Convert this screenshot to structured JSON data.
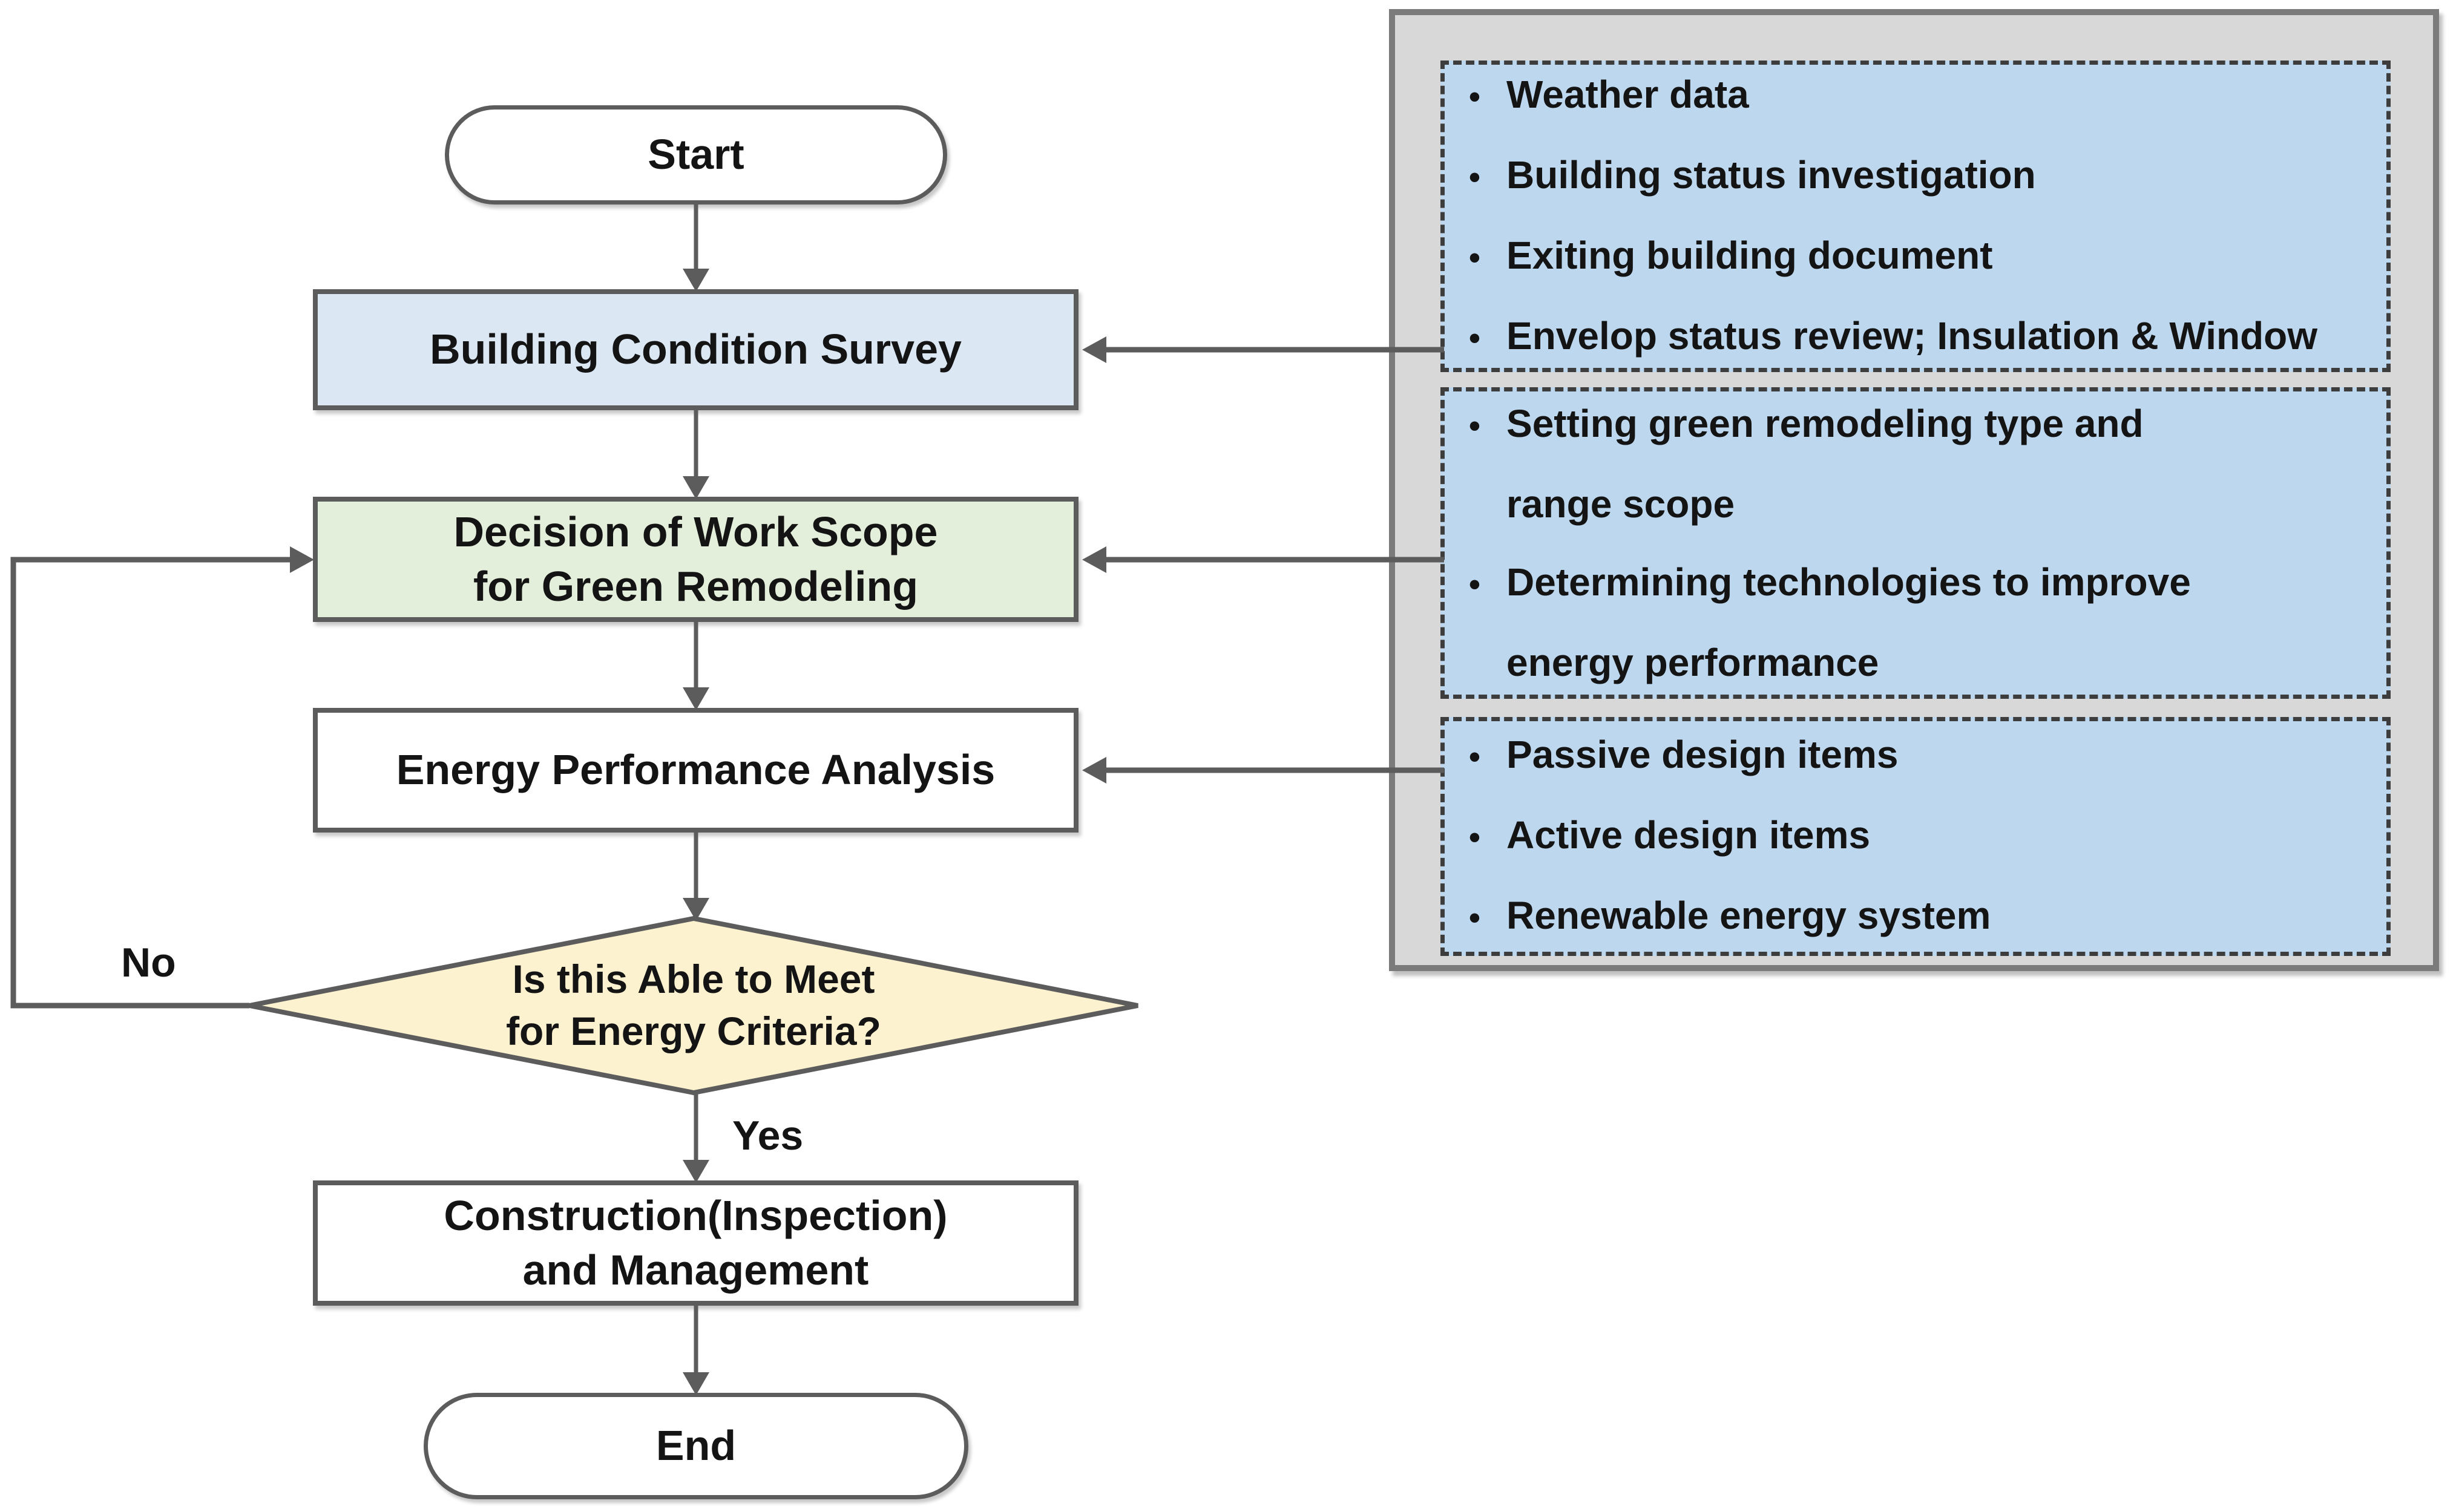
{
  "title": "Green remodeling process flowchart",
  "theme": {
    "colors": {
      "line": "#5c5c5c",
      "box-border": "#5c5c5c",
      "text": "#141414",
      "bcs-fill": "#dbe8f4",
      "decision-fill": "#e4efdb",
      "diamond-fill": "#fdf2cf",
      "white-fill": "#ffffff",
      "panel-fill": "#d8d8d8",
      "panel-border": "#7b7b7b",
      "bluebox-fill": "#bdd7ee",
      "dash-border": "#3d3d3d"
    }
  },
  "flowchart": {
    "start": "Start",
    "survey": "Building Condition Survey",
    "decision": "Decision of Work Scope\nfor Green Remodeling",
    "analysis": "Energy Performance Analysis",
    "criteria": "Is this Able to Meet\nfor Energy Criteria?",
    "construction": "Construction(Inspection)\nand Management",
    "end": "End",
    "yes_label": "Yes",
    "no_label": "No"
  },
  "panel": {
    "bullet": "•",
    "boxes": [
      {
        "lines": [
          {
            "t": "Weather data"
          },
          {
            "t": "Building status investigation"
          },
          {
            "t": "Exiting building document"
          },
          {
            "t": "Envelop status review; Insulation & Window"
          }
        ]
      },
      {
        "lines": [
          {
            "t": "Setting green remodeling type and"
          },
          {
            "t": "range scope",
            "cont": true
          },
          {
            "t": "Determining technologies to improve"
          },
          {
            "t": "energy performance",
            "cont": true
          }
        ]
      },
      {
        "lines": [
          {
            "t": "Passive design items"
          },
          {
            "t": "Active design items"
          },
          {
            "t": "Renewable energy system"
          }
        ]
      }
    ]
  }
}
